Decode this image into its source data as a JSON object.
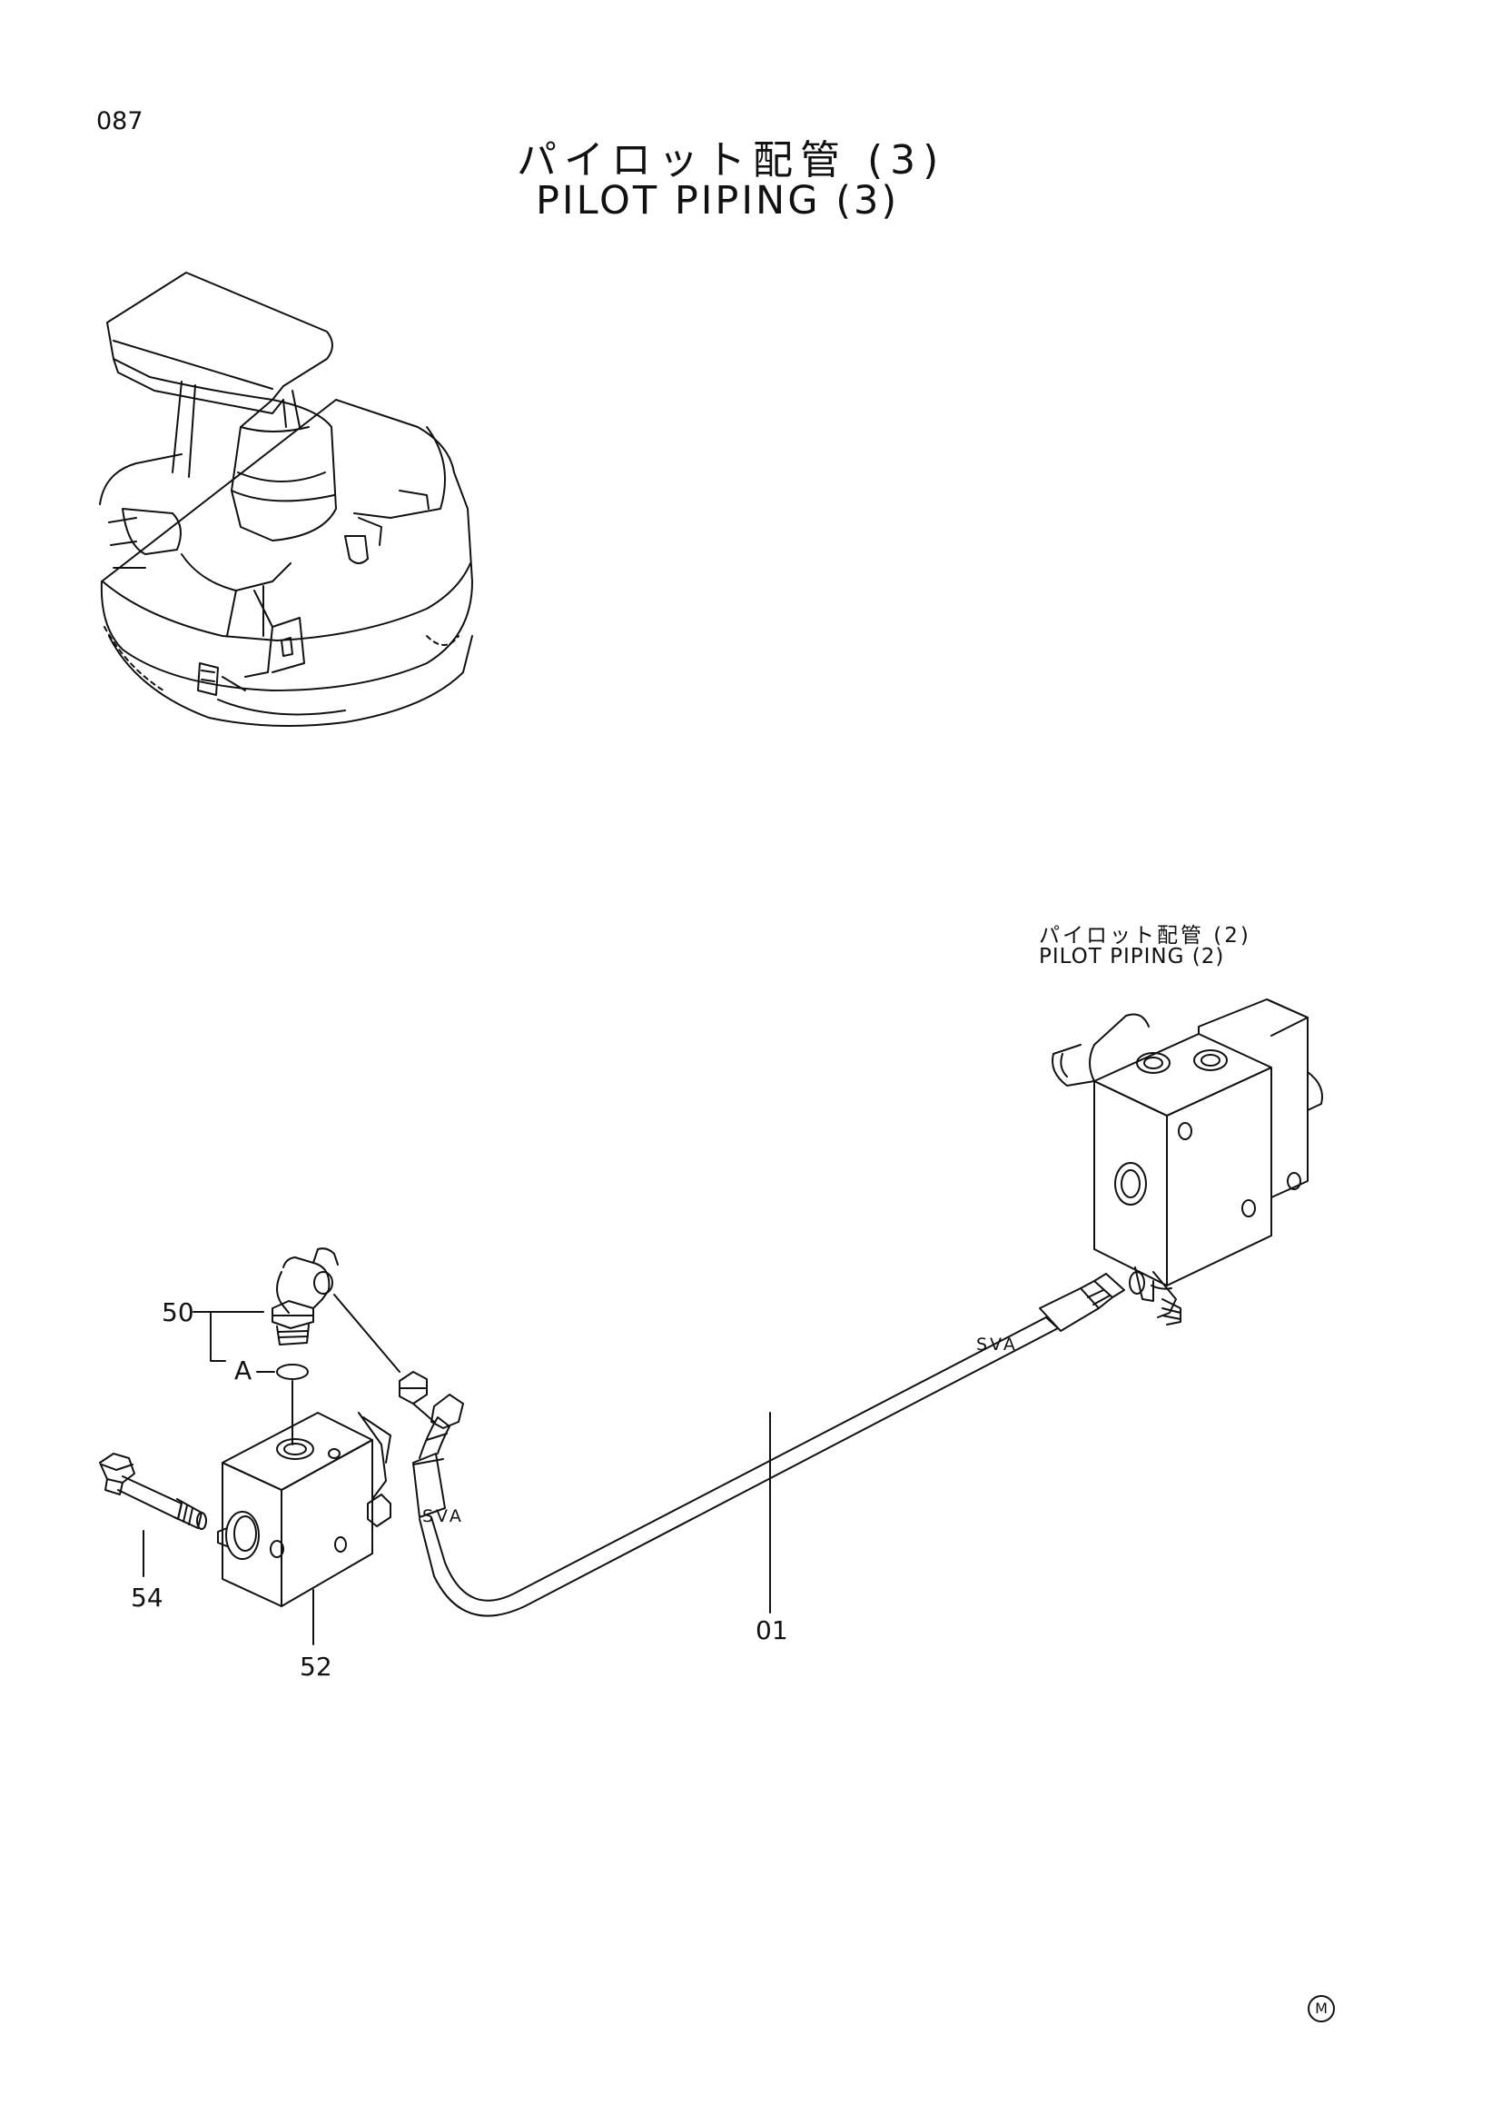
{
  "page_number": "087",
  "title": {
    "japanese": "パイロット配管 (3)",
    "english": "PILOT PIPING (3)"
  },
  "reference": {
    "japanese": "パイロット配管 (2)",
    "english": "PILOT PIPING (2)"
  },
  "callouts": {
    "part_50": "50",
    "detail_a": "A",
    "part_54": "54",
    "part_52": "52",
    "part_01": "01"
  },
  "hose_labels": {
    "end_near_block": "SVA",
    "end_near_valve": "SVA"
  },
  "corner_mark": "M"
}
